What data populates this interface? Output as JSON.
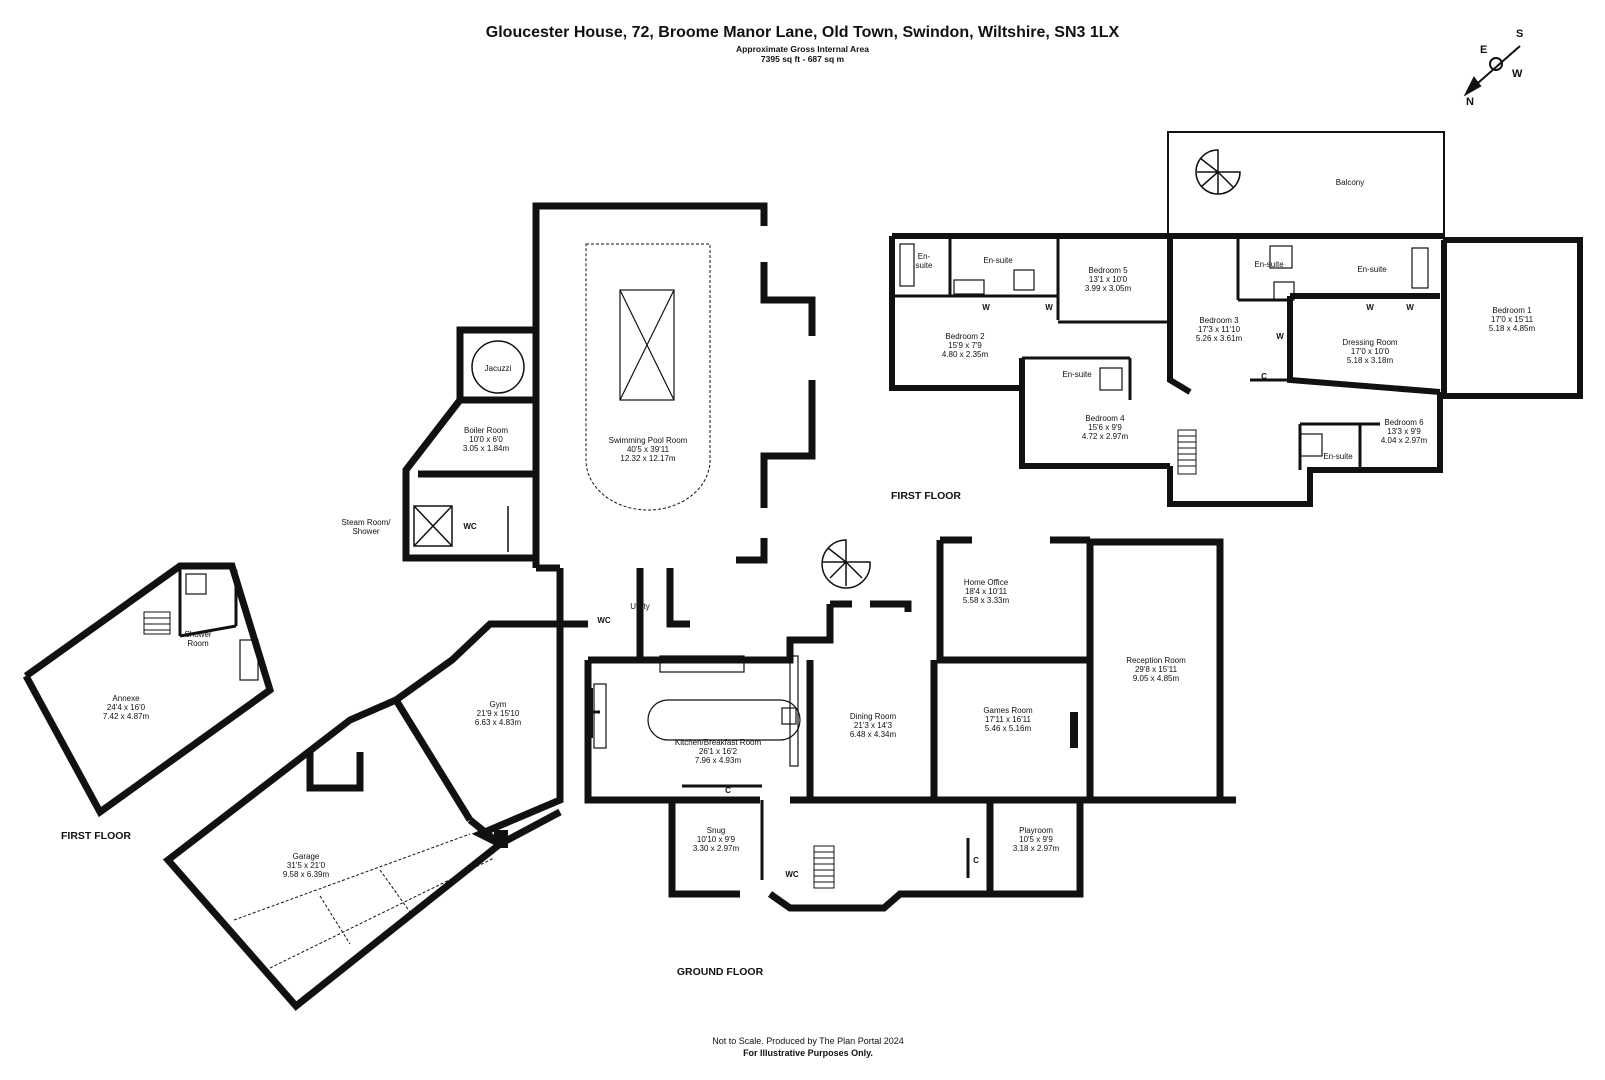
{
  "header": {
    "address": "Gloucester House, 72, Broome Manor Lane, Old Town, Swindon, Wiltshire, SN3 1LX",
    "area_label": "Approximate Gross Internal Area",
    "area_value": "7395 sq ft - 687 sq m"
  },
  "compass": {
    "n": "N",
    "s": "S",
    "e": "E",
    "w": "W"
  },
  "floor_labels": {
    "first_floor_main": "FIRST FLOOR",
    "first_floor_annexe": "FIRST FLOOR",
    "ground_floor": "GROUND FLOOR"
  },
  "rooms": {
    "balcony": {
      "name": "Balcony"
    },
    "ensuite_a": {
      "name": "En-\nsuite"
    },
    "ensuite_b": {
      "name": "En-suite"
    },
    "bedroom5": {
      "name": "Bedroom 5",
      "imperial": "13'1 x 10'0",
      "metric": "3.99 x 3.05m"
    },
    "bedroom2": {
      "name": "Bedroom 2",
      "imperial": "15'9 x 7'9",
      "metric": "4.80 x 2.35m"
    },
    "ensuite_c": {
      "name": "En-suite"
    },
    "bedroom4": {
      "name": "Bedroom 4",
      "imperial": "15'6 x 9'9",
      "metric": "4.72 x 2.97m"
    },
    "bedroom3": {
      "name": "Bedroom 3",
      "imperial": "17'3 x 11'10",
      "metric": "5.26 x 3.61m"
    },
    "ensuite_d": {
      "name": "En-suite"
    },
    "ensuite_e": {
      "name": "En-suite"
    },
    "dressing": {
      "name": "Dressing Room",
      "imperial": "17'0 x 10'0",
      "metric": "5.18 x 3.18m"
    },
    "bedroom1": {
      "name": "Bedroom 1",
      "imperial": "17'0 x 15'11",
      "metric": "5.18 x 4.85m"
    },
    "bedroom6": {
      "name": "Bedroom 6",
      "imperial": "13'3 x 9'9",
      "metric": "4.04 x 2.97m"
    },
    "ensuite_f": {
      "name": "En-suite"
    },
    "jacuzzi": {
      "name": "Jacuzzi"
    },
    "boiler": {
      "name": "Boiler Room",
      "imperial": "10'0 x 6'0",
      "metric": "3.05 x 1.84m"
    },
    "pool": {
      "name": "Swimming Pool Room",
      "imperial": "40'5 x 39'11",
      "metric": "12.32 x 12.17m"
    },
    "steam": {
      "name": "Steam Room/\nShower"
    },
    "wc_pool": {
      "name": "WC"
    },
    "utility": {
      "name": "Utility"
    },
    "wc_utility": {
      "name": "WC"
    },
    "home_office": {
      "name": "Home Office",
      "imperial": "18'4 x 10'11",
      "metric": "5.58 x 3.33m"
    },
    "reception": {
      "name": "Reception Room",
      "imperial": "29'8 x 15'11",
      "metric": "9.05 x 4.85m"
    },
    "gym": {
      "name": "Gym",
      "imperial": "21'9 x 15'10",
      "metric": "6.63 x 4.83m"
    },
    "kitchen": {
      "name": "Kitchen/Breakfast Room",
      "imperial": "26'1 x 16'2",
      "metric": "7.96 x 4.93m"
    },
    "dining": {
      "name": "Dining Room",
      "imperial": "21'3 x 14'3",
      "metric": "6.48 x 4.34m"
    },
    "games": {
      "name": "Games Room",
      "imperial": "17'11 x 16'11",
      "metric": "5.46 x 5.16m"
    },
    "snug": {
      "name": "Snug",
      "imperial": "10'10 x 9'9",
      "metric": "3.30 x 2.97m"
    },
    "wc_hall": {
      "name": "WC"
    },
    "playroom": {
      "name": "Playroom",
      "imperial": "10'5 x 9'9",
      "metric": "3.18 x 2.97m"
    },
    "annexe": {
      "name": "Annexe",
      "imperial": "24'4 x 16'0",
      "metric": "7.42 x 4.87m"
    },
    "shower_room": {
      "name": "Shower\nRoom"
    },
    "garage": {
      "name": "Garage",
      "imperial": "31'5 x 21'0",
      "metric": "9.58 x 6.39m"
    }
  },
  "small_marks": {
    "w": "W",
    "c": "C"
  },
  "footer": {
    "line1": "Not to Scale. Produced by The Plan Portal 2024",
    "line2": "For Illustrative Purposes Only."
  }
}
